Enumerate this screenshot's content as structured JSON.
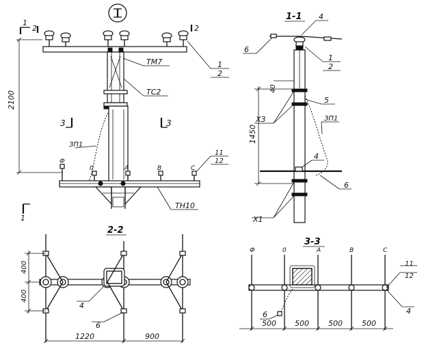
{
  "colors": {
    "ink": "#111111",
    "paper": "#ffffff"
  },
  "icons": {
    "top_symbol": "i-beam-circle-icon"
  },
  "front_view": {
    "section_mark_1": "1",
    "section_mark_2": "2",
    "section_mark_3": "3",
    "height_dim": "2100",
    "label_tm7": "ТМ7",
    "label_ts2": "ТС2",
    "label_zp1": "ЗП1",
    "label_tn10": "ТН10",
    "ref_1": "1",
    "ref_2": "2",
    "ref_11": "11",
    "ref_12": "12",
    "phase_labels": [
      "Ф",
      "0",
      "А",
      "В",
      "С"
    ]
  },
  "section_1_1": {
    "title": "1-1",
    "ref_4": "4",
    "ref_6": "6",
    "ref_1": "1",
    "ref_2": "2",
    "ref_5": "5",
    "dim_40": "40",
    "dim_1450": "1450",
    "label_x3": "Х3",
    "label_zp1": "ЗП1",
    "ref_4b": "4",
    "ref_6b": "6",
    "label_x1": "Х1"
  },
  "section_2_2": {
    "title": "2-2",
    "dim_400_top": "400",
    "dim_400_bottom": "400",
    "ref_4": "4",
    "ref_6": "6",
    "dim_1220": "1220",
    "dim_900": "900"
  },
  "section_3_3": {
    "title": "3-3",
    "phase_labels": [
      "Ф",
      "0",
      "А",
      "В",
      "С"
    ],
    "ref_11": "11",
    "ref_12": "12",
    "ref_6": "6",
    "ref_4": "4",
    "dims": [
      "500",
      "500",
      "500",
      "500"
    ]
  }
}
